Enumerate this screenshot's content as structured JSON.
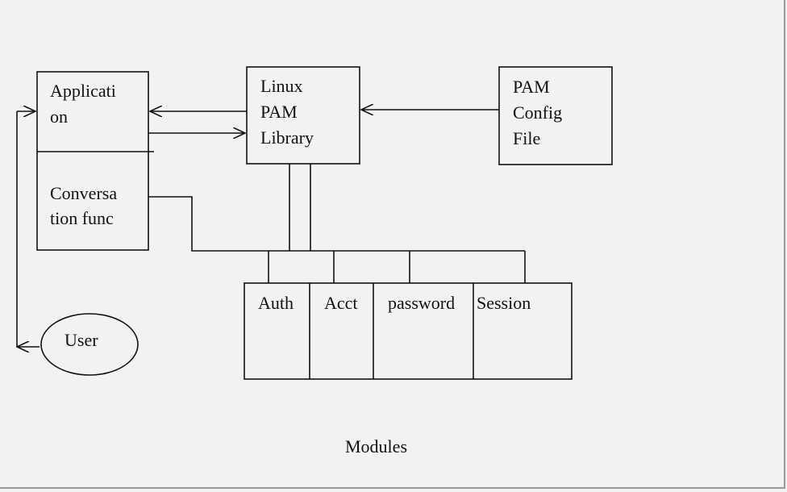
{
  "nodes": {
    "application": {
      "line1": "Applicati",
      "line2": "on"
    },
    "conversation": {
      "line1": "Conversa",
      "line2": "tion func"
    },
    "pam_library": {
      "line1": "Linux",
      "line2": "PAM",
      "line3": "Library"
    },
    "pam_config": {
      "line1": "PAM",
      "line2": "Config",
      "line3": "File"
    },
    "user": {
      "label": "User"
    },
    "modules": {
      "auth": "Auth",
      "acct": "Acct",
      "password": "password",
      "session": "Session"
    }
  },
  "caption": "Modules",
  "colors": {
    "line": "#111111",
    "background": "#f2f2f2",
    "frame": "#9a9a9a"
  }
}
